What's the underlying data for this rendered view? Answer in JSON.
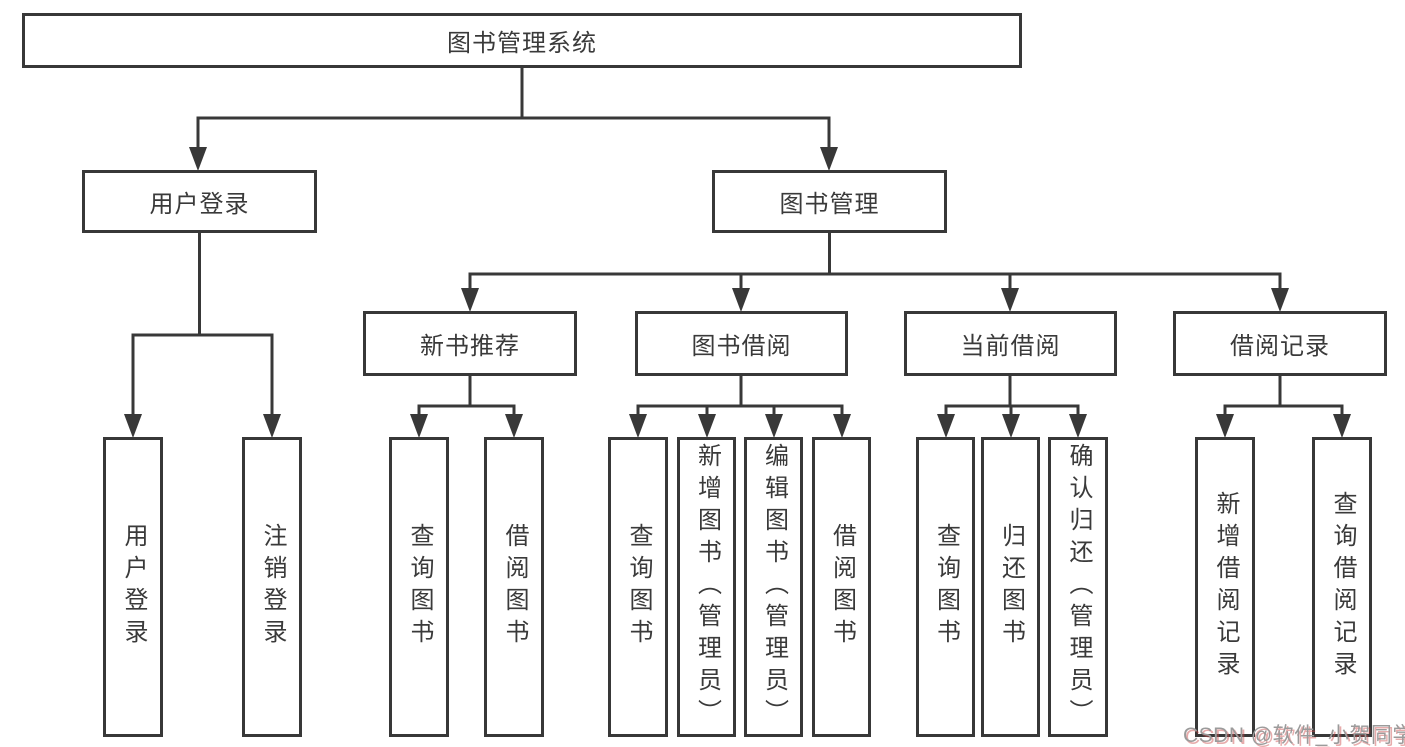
{
  "diagram_type": "hierarchy-tree",
  "colors": {
    "line": "#383838",
    "box_border": "#383838",
    "text": "#3a3a3a",
    "background": "#ffffff",
    "watermark_gray": "#9b9b9b",
    "watermark_red": "#c94848"
  },
  "tree": {
    "label": "图书管理系统",
    "children": [
      {
        "label": "用户登录",
        "children": [
          {
            "label": "用户登录"
          },
          {
            "label": "注销登录"
          }
        ]
      },
      {
        "label": "图书管理",
        "children": [
          {
            "label": "新书推荐",
            "children": [
              {
                "label": "查询图书"
              },
              {
                "label": "借阅图书"
              }
            ]
          },
          {
            "label": "图书借阅",
            "children": [
              {
                "label": "查询图书"
              },
              {
                "label": "新增图书（管理员）"
              },
              {
                "label": "编辑图书（管理员）"
              },
              {
                "label": "借阅图书"
              }
            ]
          },
          {
            "label": "当前借阅",
            "children": [
              {
                "label": "查询图书"
              },
              {
                "label": "归还图书"
              },
              {
                "label": "确认归还（管理员）"
              }
            ]
          },
          {
            "label": "借阅记录",
            "children": [
              {
                "label": "新增借阅记录"
              },
              {
                "label": "查询借阅记录"
              }
            ]
          }
        ]
      }
    ]
  },
  "watermark": {
    "text": "CSDN @软件_小贺同学"
  }
}
